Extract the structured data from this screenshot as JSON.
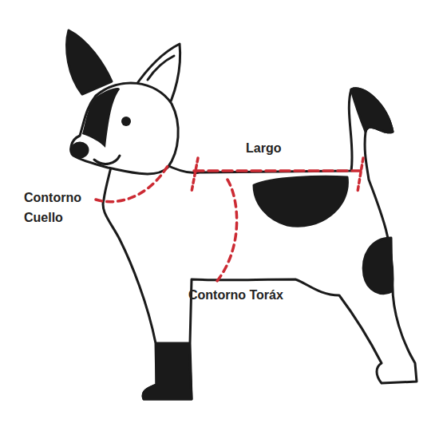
{
  "diagram": {
    "labels": [
      "Largo",
      "Contorno Cuello",
      "Contorno Toráx"
    ]
  }
}
